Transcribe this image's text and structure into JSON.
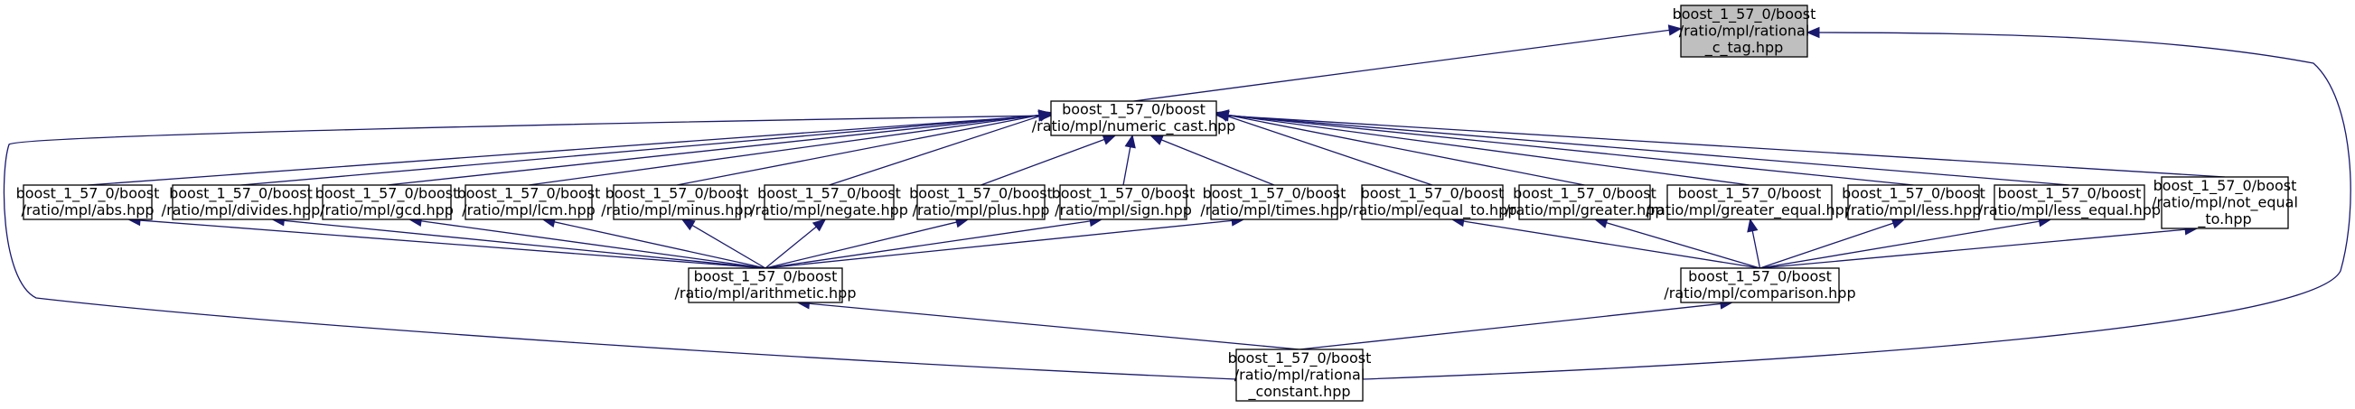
{
  "nodes": [
    {
      "id": "rational_c_tag",
      "lines": [
        "boost_1_57_0/boost",
        "/ratio/mpl/rational",
        "_c_tag.hpp"
      ],
      "highlight": true
    },
    {
      "id": "numeric_cast",
      "lines": [
        "boost_1_57_0/boost",
        "/ratio/mpl/numeric_cast.hpp"
      ]
    },
    {
      "id": "abs",
      "lines": [
        "boost_1_57_0/boost",
        "/ratio/mpl/abs.hpp"
      ]
    },
    {
      "id": "divides",
      "lines": [
        "boost_1_57_0/boost",
        "/ratio/mpl/divides.hpp"
      ]
    },
    {
      "id": "gcd",
      "lines": [
        "boost_1_57_0/boost",
        "/ratio/mpl/gcd.hpp"
      ]
    },
    {
      "id": "lcm",
      "lines": [
        "boost_1_57_0/boost",
        "/ratio/mpl/lcm.hpp"
      ]
    },
    {
      "id": "minus",
      "lines": [
        "boost_1_57_0/boost",
        "/ratio/mpl/minus.hpp"
      ]
    },
    {
      "id": "negate",
      "lines": [
        "boost_1_57_0/boost",
        "/ratio/mpl/negate.hpp"
      ]
    },
    {
      "id": "plus",
      "lines": [
        "boost_1_57_0/boost",
        "/ratio/mpl/plus.hpp"
      ]
    },
    {
      "id": "sign",
      "lines": [
        "boost_1_57_0/boost",
        "/ratio/mpl/sign.hpp"
      ]
    },
    {
      "id": "times",
      "lines": [
        "boost_1_57_0/boost",
        "/ratio/mpl/times.hpp"
      ]
    },
    {
      "id": "equal_to",
      "lines": [
        "boost_1_57_0/boost",
        "/ratio/mpl/equal_to.hpp"
      ]
    },
    {
      "id": "greater",
      "lines": [
        "boost_1_57_0/boost",
        "/ratio/mpl/greater.hpp"
      ]
    },
    {
      "id": "greater_equal",
      "lines": [
        "boost_1_57_0/boost",
        "/ratio/mpl/greater_equal.hpp"
      ]
    },
    {
      "id": "less",
      "lines": [
        "boost_1_57_0/boost",
        "/ratio/mpl/less.hpp"
      ]
    },
    {
      "id": "less_equal",
      "lines": [
        "boost_1_57_0/boost",
        "/ratio/mpl/less_equal.hpp"
      ]
    },
    {
      "id": "not_equal_to",
      "lines": [
        "boost_1_57_0/boost",
        "/ratio/mpl/not_equal",
        "_to.hpp"
      ]
    },
    {
      "id": "arithmetic",
      "lines": [
        "boost_1_57_0/boost",
        "/ratio/mpl/arithmetic.hpp"
      ]
    },
    {
      "id": "comparison",
      "lines": [
        "boost_1_57_0/boost",
        "/ratio/mpl/comparison.hpp"
      ]
    },
    {
      "id": "rational_constant",
      "lines": [
        "boost_1_57_0/boost",
        "/ratio/mpl/rational",
        "_constant.hpp"
      ]
    }
  ],
  "edges": [
    {
      "from": "numeric_cast",
      "to": "rational_c_tag"
    },
    {
      "from": "rational_constant",
      "to": "rational_c_tag"
    },
    {
      "from": "abs",
      "to": "numeric_cast"
    },
    {
      "from": "divides",
      "to": "numeric_cast"
    },
    {
      "from": "gcd",
      "to": "numeric_cast"
    },
    {
      "from": "lcm",
      "to": "numeric_cast"
    },
    {
      "from": "minus",
      "to": "numeric_cast"
    },
    {
      "from": "negate",
      "to": "numeric_cast"
    },
    {
      "from": "plus",
      "to": "numeric_cast"
    },
    {
      "from": "sign",
      "to": "numeric_cast"
    },
    {
      "from": "times",
      "to": "numeric_cast"
    },
    {
      "from": "equal_to",
      "to": "numeric_cast"
    },
    {
      "from": "greater",
      "to": "numeric_cast"
    },
    {
      "from": "greater_equal",
      "to": "numeric_cast"
    },
    {
      "from": "less",
      "to": "numeric_cast"
    },
    {
      "from": "less_equal",
      "to": "numeric_cast"
    },
    {
      "from": "not_equal_to",
      "to": "numeric_cast"
    },
    {
      "from": "rational_constant",
      "to": "numeric_cast"
    },
    {
      "from": "arithmetic",
      "to": "abs"
    },
    {
      "from": "arithmetic",
      "to": "divides"
    },
    {
      "from": "arithmetic",
      "to": "gcd"
    },
    {
      "from": "arithmetic",
      "to": "lcm"
    },
    {
      "from": "arithmetic",
      "to": "minus"
    },
    {
      "from": "arithmetic",
      "to": "negate"
    },
    {
      "from": "arithmetic",
      "to": "plus"
    },
    {
      "from": "arithmetic",
      "to": "sign"
    },
    {
      "from": "arithmetic",
      "to": "times"
    },
    {
      "from": "comparison",
      "to": "equal_to"
    },
    {
      "from": "comparison",
      "to": "greater"
    },
    {
      "from": "comparison",
      "to": "greater_equal"
    },
    {
      "from": "comparison",
      "to": "less"
    },
    {
      "from": "comparison",
      "to": "less_equal"
    },
    {
      "from": "comparison",
      "to": "not_equal_to"
    },
    {
      "from": "rational_constant",
      "to": "arithmetic"
    },
    {
      "from": "rational_constant",
      "to": "comparison"
    }
  ]
}
